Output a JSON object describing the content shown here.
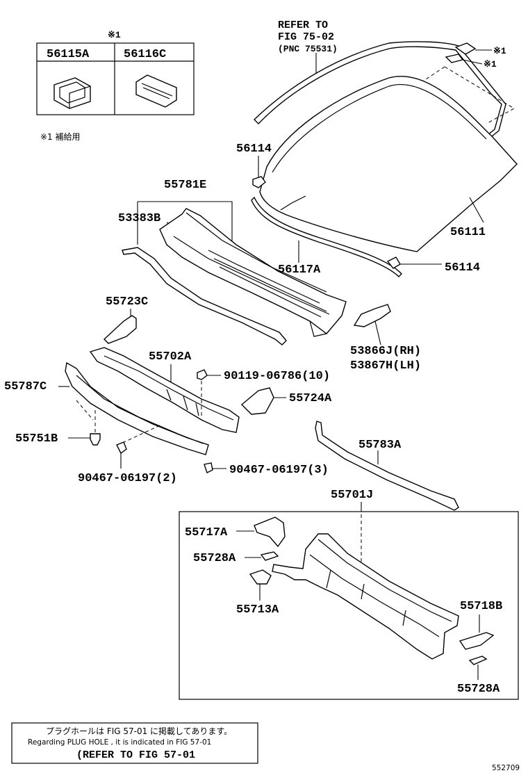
{
  "inset": {
    "mark": "※1",
    "parts": [
      "56115A",
      "56116C"
    ],
    "footnote": "※1 補給用"
  },
  "refer_top": {
    "line1": "REFER TO",
    "line2": "FIG 75-02",
    "line3": "(PNC 75531)"
  },
  "marks": {
    "m1": "※1",
    "m2": "※1"
  },
  "labels": {
    "p56114a": "56114",
    "p56111": "56111",
    "p56114b": "56114",
    "p56117a": "56117A",
    "p55781e": "55781E",
    "p53383b": "53383B",
    "p55723c": "55723C",
    "p53866j": "53866J(RH)",
    "p53867h": "53867H(LH)",
    "p55702a": "55702A",
    "p90119": "90119-06786(10)",
    "p55787c": "55787C",
    "p55724a": "55724A",
    "p55751b": "55751B",
    "p90467a": "90467-06197(2)",
    "p90467b": "90467-06197(3)",
    "p55783a": "55783A",
    "p55701j": "55701J",
    "p55717a": "55717A",
    "p55728a_1": "55728A",
    "p55713a": "55713A",
    "p55718b": "55718B",
    "p55728a_2": "55728A"
  },
  "note": {
    "line1": "プラグホールは FIG 57-01 に掲載してあります。",
    "line2": "Regarding PLUG HOLE , it is indicated in FIG 57-01",
    "line3": "(REFER TO FIG 57-01"
  },
  "figure_id": "552709"
}
